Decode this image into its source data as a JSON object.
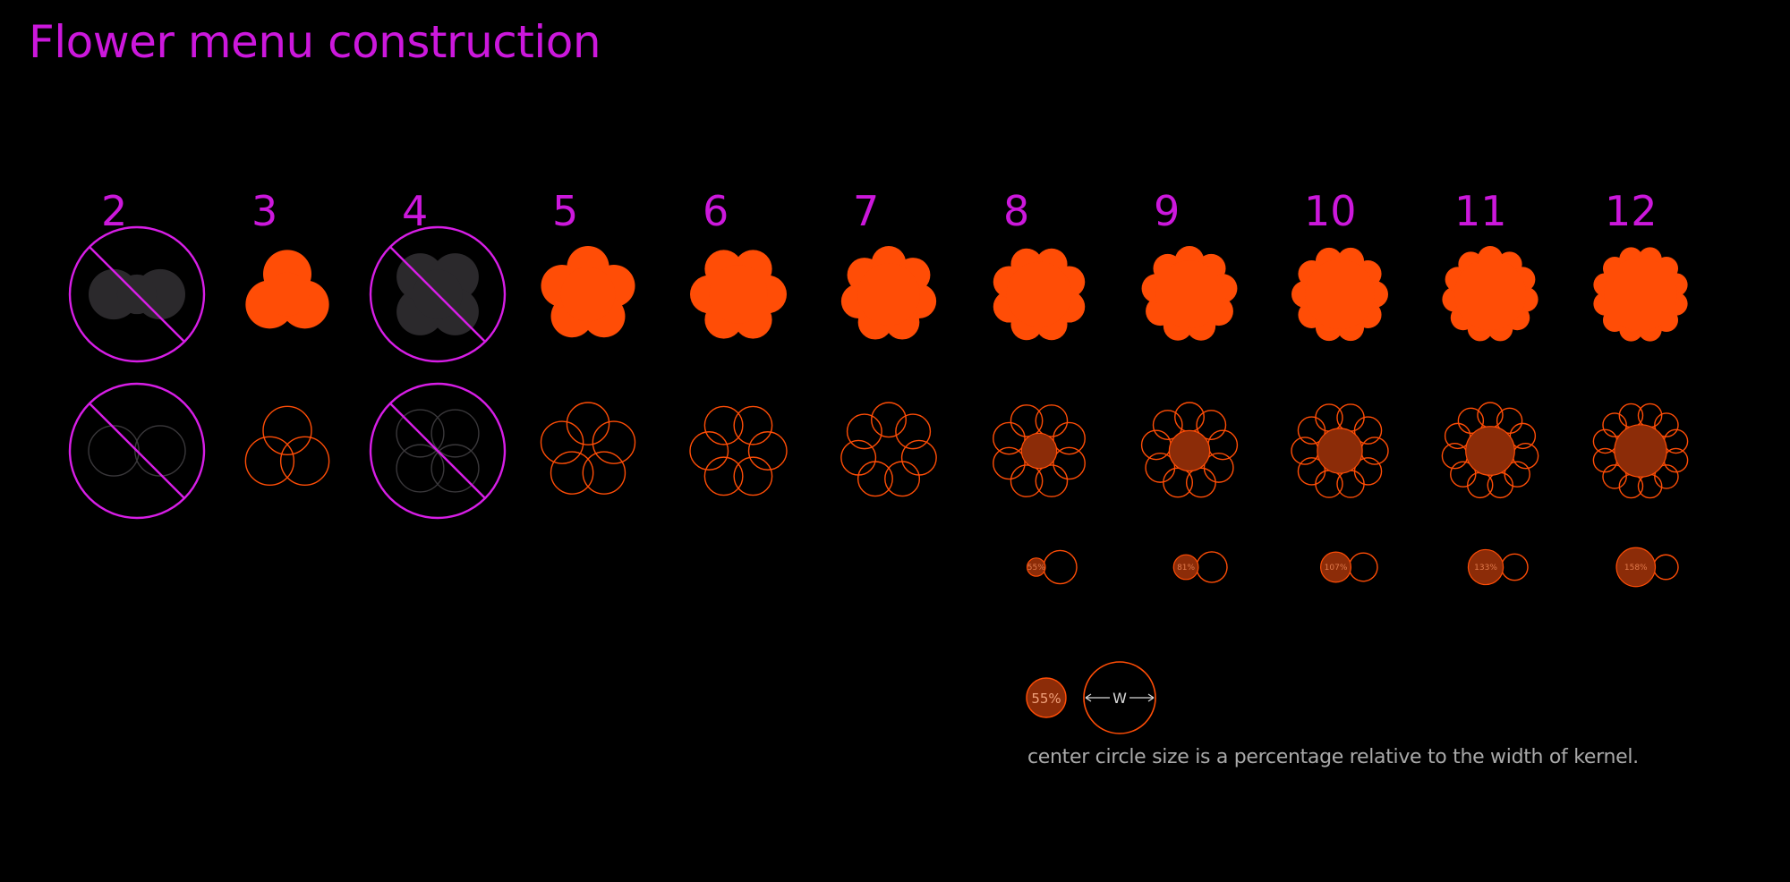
{
  "title": "Flower menu construction",
  "colors": {
    "background": "#000000",
    "title": "#cc18dc",
    "petal_fill": "#ff4d06",
    "petal_stroke": "#ff4d06",
    "center_fill": "#8c2c08",
    "disabled_fill": "#2b292c",
    "disabled_stroke": "#3a383b",
    "forbidden": "#d71ee6",
    "caption": "#a9a9a9"
  },
  "columns": [
    {
      "label": "2",
      "petals": 2,
      "disabled": true
    },
    {
      "label": "3",
      "petals": 3,
      "disabled": false
    },
    {
      "label": "4",
      "petals": 4,
      "disabled": true
    },
    {
      "label": "5",
      "petals": 5,
      "disabled": false
    },
    {
      "label": "6",
      "petals": 6,
      "disabled": false
    },
    {
      "label": "7",
      "petals": 7,
      "disabled": false
    },
    {
      "label": "8",
      "petals": 8,
      "disabled": false,
      "center": "55%"
    },
    {
      "label": "9",
      "petals": 9,
      "disabled": false,
      "center": "81%"
    },
    {
      "label": "10",
      "petals": 10,
      "disabled": false,
      "center": "107%"
    },
    {
      "label": "11",
      "petals": 11,
      "disabled": false,
      "center": "133%"
    },
    {
      "label": "12",
      "petals": 12,
      "disabled": false,
      "center": "158%"
    }
  ],
  "legend": {
    "center_label": "55%",
    "width_label": "W",
    "caption": "center circle size is a percentage relative to the width of kernel."
  }
}
